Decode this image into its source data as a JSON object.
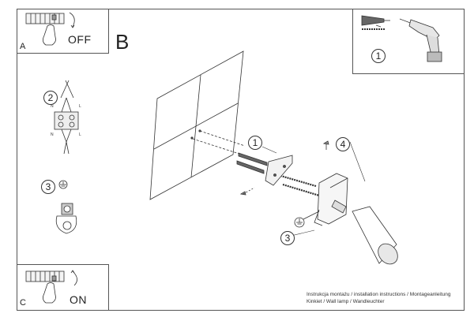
{
  "panels": {
    "a_letter": "A",
    "a_word": "OFF",
    "b_letter": "B",
    "c_letter": "C",
    "c_word": "ON"
  },
  "steps": {
    "one_top": "1",
    "two": "2",
    "three_side": "3",
    "one_main": "1",
    "four": "4",
    "three_main": "3"
  },
  "caption": {
    "line1": "Instrukcja montażu / installation instructions / Montageanleitung",
    "line2": "Kinkiet / Wall lamp / Wandleuchter"
  }
}
